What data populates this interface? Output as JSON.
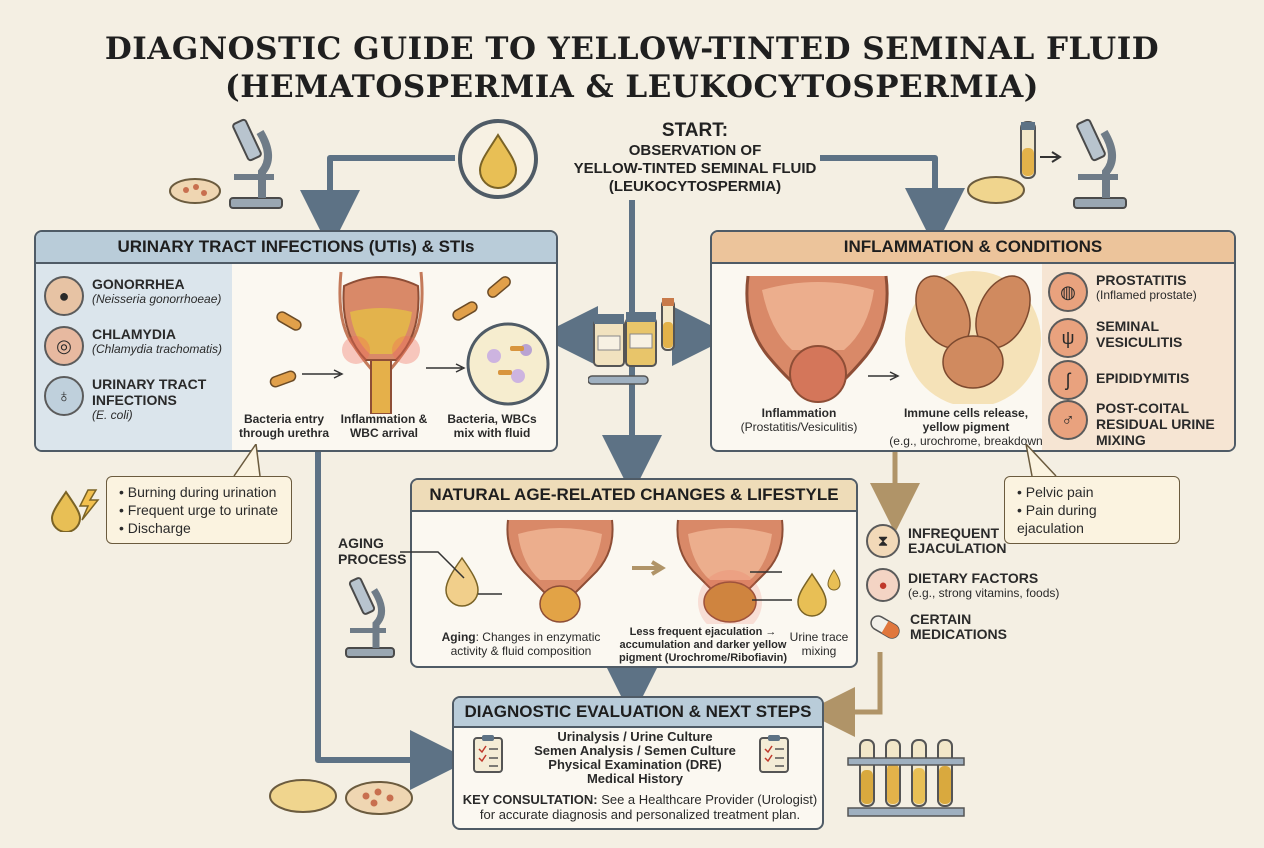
{
  "title": {
    "line1": "DIAGNOSTIC GUIDE TO YELLOW-TINTED SEMINAL FLUID",
    "line2": "(HEMATOSPERMIA & LEUKOCYTOSPERMIA)"
  },
  "start": {
    "heading": "START:",
    "line1": "OBSERVATION OF",
    "line2": "YELLOW-TINTED SEMINAL FLUID",
    "line3": "(LEUKOCYTOSPERMIA)"
  },
  "uti": {
    "header": "URINARY TRACT INFECTIONS (UTIs) & STIs",
    "items": [
      {
        "name": "GONORRHEA",
        "sub": "(Neisseria gonorrhoeae)"
      },
      {
        "name": "CHLAMYDIA",
        "sub": "(Chlamydia trachomatis)"
      },
      {
        "name": "URINARY TRACT INFECTIONS",
        "sub": "(E. coli)"
      }
    ],
    "captions": [
      "Bacteria entry through urethra",
      "Inflammation & WBC arrival",
      "Bacteria, WBCs mix with fluid"
    ],
    "symptoms": [
      "• Burning during urination",
      "• Frequent urge to urinate",
      "• Discharge"
    ]
  },
  "inflammation": {
    "header": "INFLAMMATION & CONDITIONS",
    "caption_left_title": "Inflammation",
    "caption_left_sub": "(Prostatitis/Vesiculitis)",
    "caption_right_title": "Immune cells release, yellow pigment",
    "caption_right_sub": "(e.g., urochrome, breakdown products) mix",
    "items": [
      {
        "name": "PROSTATITIS",
        "sub": "(Inflamed prostate)"
      },
      {
        "name": "SEMINAL VESICULITIS",
        "sub": ""
      },
      {
        "name": "EPIDIDYMITIS",
        "sub": ""
      },
      {
        "name": "POST-COITAL RESIDUAL URINE MIXING",
        "sub": ""
      }
    ],
    "symptoms": [
      "• Pelvic pain",
      "• Pain during ejaculation"
    ]
  },
  "age": {
    "header": "NATURAL AGE-RELATED CHANGES & LIFESTYLE",
    "aging_label": "AGING PROCESS",
    "caption1_bold": "Aging",
    "caption1": ": Changes in enzymatic activity & fluid composition",
    "caption2": "Less frequent ejaculation → accumulation and darker yellow pigment (Urochrome/Ribofiavin)",
    "caption3": "Urine trace mixing",
    "factors": [
      {
        "name": "INFREQUENT EJACULATION",
        "sub": ""
      },
      {
        "name": "DIETARY FACTORS",
        "sub": "(e.g., strong vitamins, foods)"
      },
      {
        "name": "CERTAIN MEDICATIONS",
        "sub": ""
      }
    ]
  },
  "diagnostic": {
    "header": "DIAGNOSTIC EVALUATION & NEXT STEPS",
    "tests": [
      "Urinalysis / Urine Culture",
      "Semen Analysis / Semen Culture",
      "Physical Examination (DRE)",
      "Medical History"
    ],
    "consult_bold": "KEY CONSULTATION:",
    "consult": " See a Healthcare Provider (Urologist) for accurate diagnosis and personalized treatment plan."
  },
  "colors": {
    "uti_header": "#b9ccd9",
    "inflammation_header": "#ecc49b",
    "age_header": "#eedcb8",
    "diag_header": "#b9ccd9",
    "arrow_blue": "#5d7285",
    "arrow_tan": "#b09468",
    "fluid_yellow": "#e8bf55",
    "tissue": "#d97f61"
  }
}
